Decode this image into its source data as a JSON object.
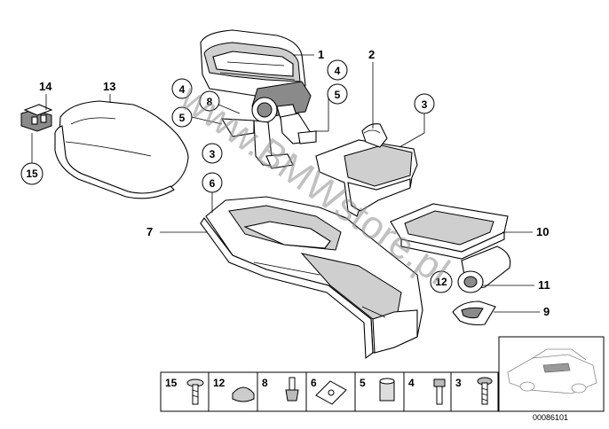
{
  "callouts": {
    "c1": "1",
    "c2": "2",
    "c3a": "3",
    "c4a": "4",
    "c5a": "5",
    "c4b": "4",
    "c5b": "5",
    "c8a": "8",
    "c13": "13",
    "c14": "14",
    "c15a": "15",
    "c3b": "3",
    "c6a": "6",
    "c7": "7",
    "c10": "10",
    "c12a": "12",
    "c11": "11",
    "c9": "9"
  },
  "parts_strip": [
    "15",
    "12",
    "8",
    "6",
    "5",
    "4",
    "3"
  ],
  "watermark": "www.BMWstore.pl",
  "reference_number": "00086101"
}
